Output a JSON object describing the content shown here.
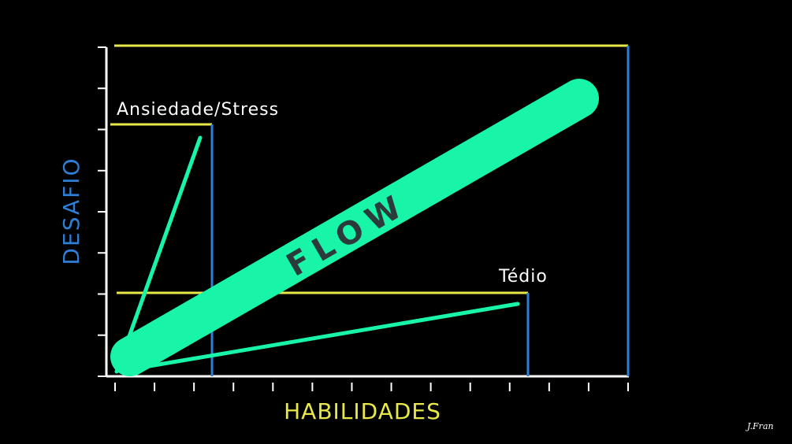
{
  "colors": {
    "background": "#000000",
    "axis": "#ffffff",
    "yellow": "#e8e84a",
    "blue": "#2d7fd6",
    "green": "#19f5a8",
    "flow_text": "#2b3a3a",
    "label_text": "#ffffff"
  },
  "axes": {
    "x_label": "HABILIDADES",
    "y_label": "DESAFIO",
    "x_ticks": 13,
    "y_ticks": 8
  },
  "zones": {
    "anxiety_label": "Ansiedade/Stress",
    "boredom_label": "Tédio",
    "flow_label": "FLOW"
  },
  "signature": {
    "text": "J.Fran"
  }
}
